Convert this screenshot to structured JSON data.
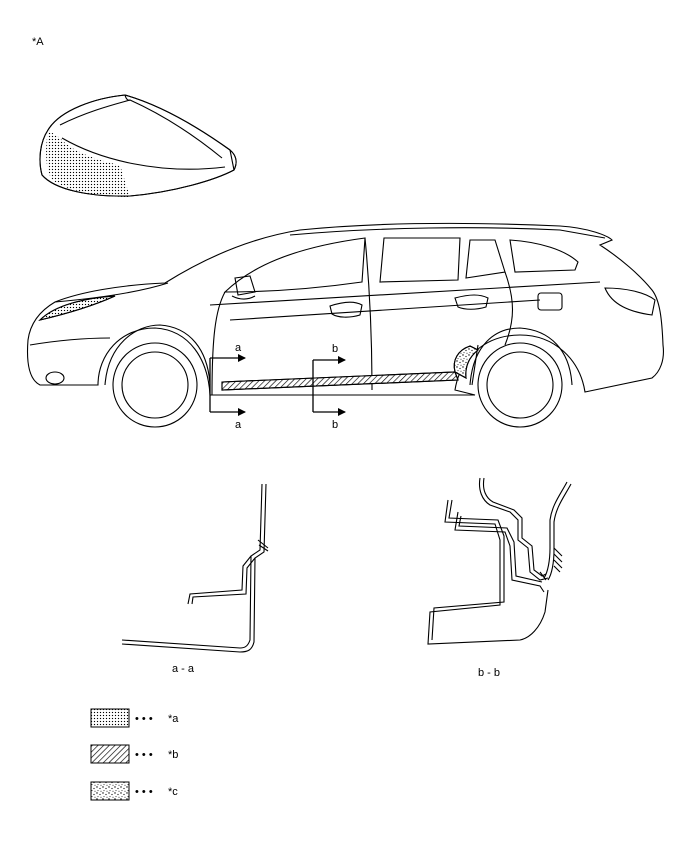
{
  "figure_label": "*A",
  "section_markers": {
    "a_top": "a",
    "a_bottom": "a",
    "b_top": "b",
    "b_bottom": "b"
  },
  "sections": {
    "aa_caption": "a - a",
    "bb_caption": "b - b"
  },
  "legend": [
    {
      "pattern": "fine-dots",
      "dots": "• • •",
      "label": "*a"
    },
    {
      "pattern": "diagonal-hatch",
      "dots": "• • •",
      "label": "*b"
    },
    {
      "pattern": "coarse-speckle",
      "dots": "• • •",
      "label": "*c"
    }
  ]
}
